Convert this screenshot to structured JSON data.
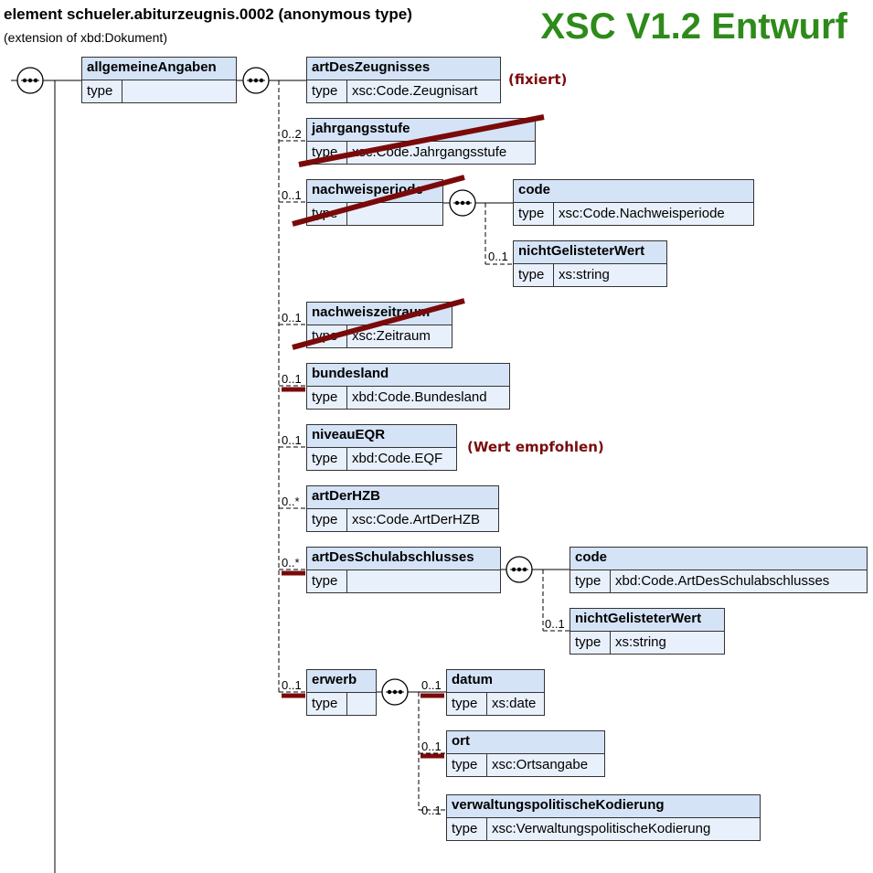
{
  "header": {
    "title": "element schueler.abiturzeugnis.0002 (anonymous type)",
    "subtitle": "(extension of xbd:Dokument)",
    "watermark": "XSC V1.2 Entwurf"
  },
  "notes": {
    "fixiert": "(fixiert)",
    "empfohlen": "(Wert empfohlen)"
  },
  "colors": {
    "strike": "#7a0a0a",
    "watermark": "#2e8b1a",
    "box_header": "#d5e3f7",
    "box_body": "#e8f0fb"
  },
  "type_label": "type",
  "elements": [
    {
      "name": "allgemeineAngaben",
      "type": "",
      "cardinality": "",
      "struck": false,
      "marked": false
    },
    {
      "name": "artDesZeugnisses",
      "type": "xsc:Code.Zeugnisart",
      "cardinality": "",
      "struck": false,
      "marked": false
    },
    {
      "name": "jahrgangsstufe",
      "type": "xsc:Code.Jahrgangsstufe",
      "cardinality": "0..2",
      "struck": true,
      "marked": false
    },
    {
      "name": "nachweisperiode",
      "type": "",
      "cardinality": "0..1",
      "struck": true,
      "marked": false
    },
    {
      "name": "code",
      "type": "xsc:Code.Nachweisperiode",
      "cardinality": "",
      "struck": false,
      "marked": false
    },
    {
      "name": "nichtGelisteterWert",
      "type": "xs:string",
      "cardinality": "0..1",
      "struck": false,
      "marked": false
    },
    {
      "name": "nachweiszeitraum",
      "type": "xsc:Zeitraum",
      "cardinality": "0..1",
      "struck": true,
      "marked": false
    },
    {
      "name": "bundesland",
      "type": "xbd:Code.Bundesland",
      "cardinality": "0..1",
      "struck": false,
      "marked": true
    },
    {
      "name": "niveauEQR",
      "type": "xbd:Code.EQF",
      "cardinality": "0..1",
      "struck": false,
      "marked": false
    },
    {
      "name": "artDerHZB",
      "type": "xsc:Code.ArtDerHZB",
      "cardinality": "0..*",
      "struck": false,
      "marked": false
    },
    {
      "name": "artDesSchulabschlusses",
      "type": "",
      "cardinality": "0..*",
      "struck": false,
      "marked": true
    },
    {
      "name": "code",
      "type": "xbd:Code.ArtDesSchulabschlusses",
      "cardinality": "",
      "struck": false,
      "marked": false
    },
    {
      "name": "nichtGelisteterWert",
      "type": "xs:string",
      "cardinality": "0..1",
      "struck": false,
      "marked": false
    },
    {
      "name": "erwerb",
      "type": "",
      "cardinality": "0..1",
      "struck": false,
      "marked": true
    },
    {
      "name": "datum",
      "type": "xs:date",
      "cardinality": "0..1",
      "struck": false,
      "marked": true
    },
    {
      "name": "ort",
      "type": "xsc:Ortsangabe",
      "cardinality": "0..1",
      "struck": false,
      "marked": true
    },
    {
      "name": "verwaltungspolitischeKodierung",
      "type": "xsc:VerwaltungspolitischeKodierung",
      "cardinality": "0..1",
      "struck": false,
      "marked": false
    }
  ]
}
